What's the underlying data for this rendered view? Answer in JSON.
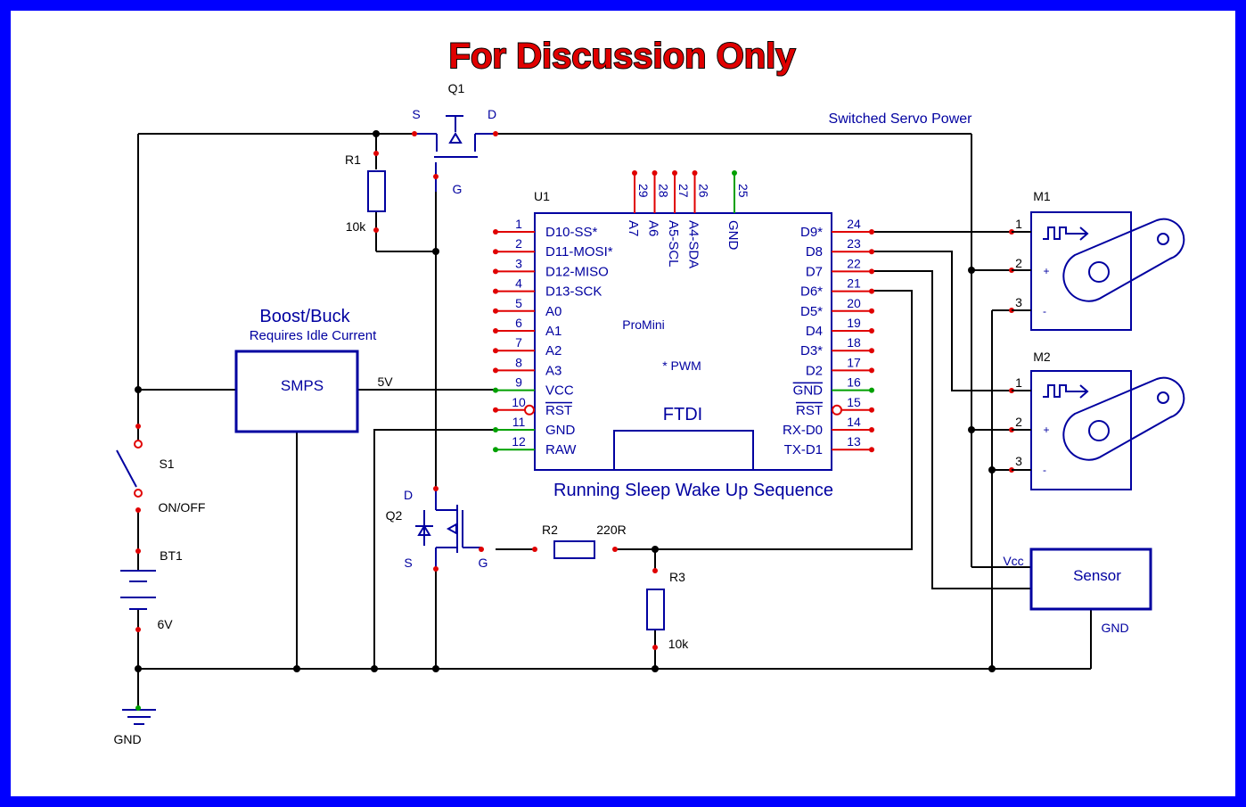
{
  "title": "For Discussion Only",
  "colors": {
    "border": "#0000ff",
    "wire": "#000000",
    "component": "#0000a0",
    "pin": "#e00000",
    "gnd_pin": "#00a000",
    "label": "#000000",
    "title": "#e00000"
  },
  "q1": {
    "ref": "Q1",
    "source": "S",
    "drain": "D",
    "gate": "G"
  },
  "switched_power_label": "Switched Servo Power",
  "r1": {
    "ref": "R1",
    "value": "10k"
  },
  "u1": {
    "ref": "U1",
    "name": "ProMini",
    "note": "* PWM",
    "ftdi": "FTDI",
    "caption": "Running Sleep Wake Up Sequence"
  },
  "u1_top_pins": [
    {
      "num": "29",
      "name": "A7"
    },
    {
      "num": "28",
      "name": "A6"
    },
    {
      "num": "27",
      "name": "A5-SCL"
    },
    {
      "num": "26",
      "name": "A4-SDA"
    },
    {
      "num": "25",
      "name": "GND"
    }
  ],
  "u1_left_pins": [
    {
      "num": "1",
      "name": "D10-SS*"
    },
    {
      "num": "2",
      "name": "D11-MOSI*"
    },
    {
      "num": "3",
      "name": "D12-MISO"
    },
    {
      "num": "4",
      "name": "D13-SCK"
    },
    {
      "num": "5",
      "name": "A0"
    },
    {
      "num": "6",
      "name": "A1"
    },
    {
      "num": "7",
      "name": "A2"
    },
    {
      "num": "8",
      "name": "A3"
    },
    {
      "num": "9",
      "name": "VCC"
    },
    {
      "num": "10",
      "name": "RST"
    },
    {
      "num": "11",
      "name": "GND"
    },
    {
      "num": "12",
      "name": "RAW"
    }
  ],
  "u1_right_pins": [
    {
      "num": "24",
      "name": "D9*"
    },
    {
      "num": "23",
      "name": "D8"
    },
    {
      "num": "22",
      "name": "D7"
    },
    {
      "num": "21",
      "name": "D6*"
    },
    {
      "num": "20",
      "name": "D5*"
    },
    {
      "num": "19",
      "name": "D4"
    },
    {
      "num": "18",
      "name": "D3*"
    },
    {
      "num": "17",
      "name": "D2"
    },
    {
      "num": "16",
      "name": "GND"
    },
    {
      "num": "15",
      "name": "RST"
    },
    {
      "num": "14",
      "name": "RX-D0"
    },
    {
      "num": "13",
      "name": "TX-D1"
    }
  ],
  "smps": {
    "title": "Boost/Buck",
    "subtitle": "Requires Idle Current",
    "label": "SMPS",
    "output": "5V"
  },
  "s1": {
    "ref": "S1",
    "label": "ON/OFF"
  },
  "bt1": {
    "ref": "BT1",
    "value": "6V"
  },
  "gnd_label": "GND",
  "q2": {
    "ref": "Q2",
    "drain": "D",
    "source": "S",
    "gate": "G"
  },
  "r2": {
    "ref": "R2",
    "value": "220R"
  },
  "r3": {
    "ref": "R3",
    "value": "10k"
  },
  "m1": {
    "ref": "M1",
    "pins": [
      "1",
      "2",
      "3"
    ],
    "plus": "+",
    "minus": "-"
  },
  "m2": {
    "ref": "M2",
    "pins": [
      "1",
      "2",
      "3"
    ],
    "plus": "+",
    "minus": "-"
  },
  "sensor": {
    "label": "Sensor",
    "vcc": "Vcc",
    "gnd": "GND"
  }
}
